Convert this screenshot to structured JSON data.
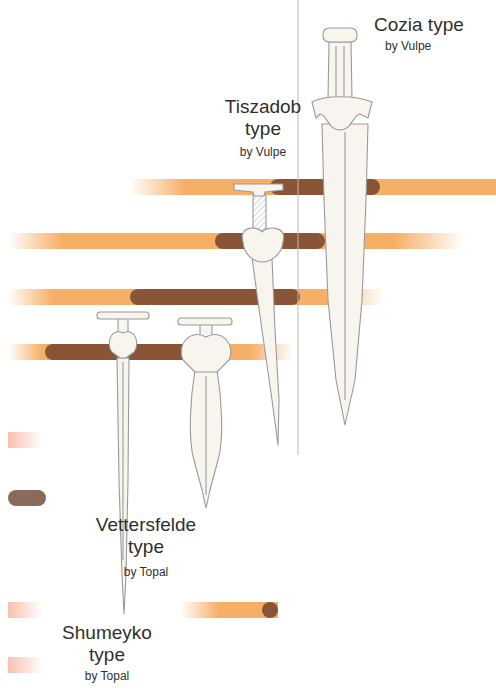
{
  "diagram": {
    "labels": [
      "Cozia type",
      "by Vulpe",
      "Tiszadob type",
      "by Vulpe",
      "Vettersfelde type",
      "by Topal",
      "Shumeyko type",
      "by Topal"
    ]
  }
}
